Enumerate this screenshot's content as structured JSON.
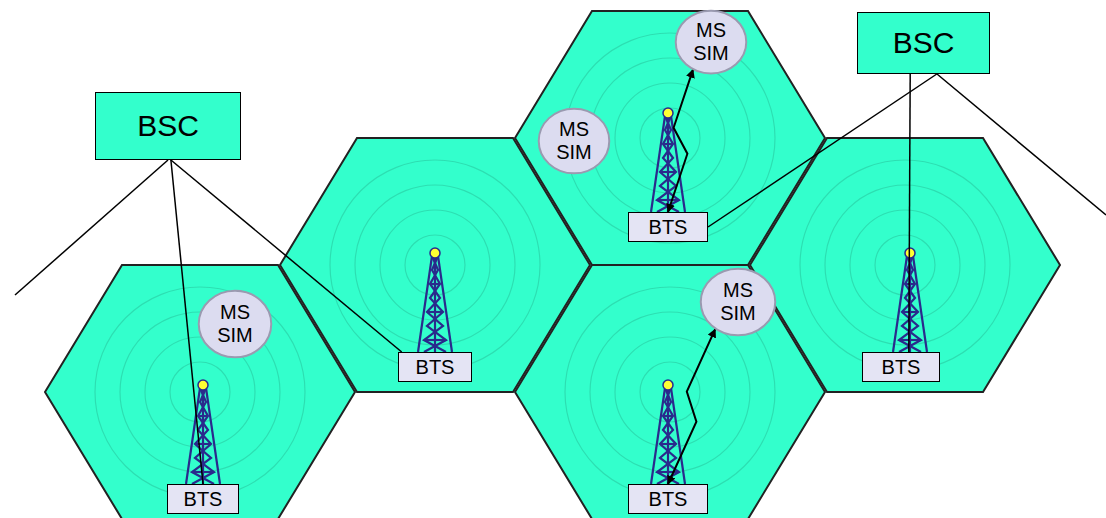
{
  "diagram": {
    "nodes": [
      {
        "text": [
          "MS SIM"
        ]
      },
      {
        "text": [
          "BSC"
        ]
      },
      {
        "text": [
          "BSC"
        ]
      },
      {
        "text": [
          "MS SIM"
        ]
      },
      {
        "text": [
          "BTS"
        ]
      },
      {
        "text": [
          "MS SIM"
        ]
      },
      {
        "text": [
          "MS SIM"
        ]
      },
      {
        "text": [
          "BTS"
        ]
      },
      {
        "text": [
          "BTS"
        ]
      },
      {
        "text": [
          "BTS"
        ]
      },
      {
        "text": [
          "BTS"
        ]
      }
    ],
    "edges": [
      {
        "from": 2,
        "to": 9,
        "arrow": "none"
      },
      {
        "from": 2,
        "to": 7,
        "arrow": "none"
      },
      {
        "from": 1,
        "to": 4,
        "arrow": "none"
      },
      {
        "from": 1,
        "to": 8,
        "arrow": "none"
      },
      {
        "from": 0,
        "to": 4,
        "arrow": "both"
      },
      {
        "from": 5,
        "to": 10,
        "arrow": "both"
      }
    ]
  }
}
